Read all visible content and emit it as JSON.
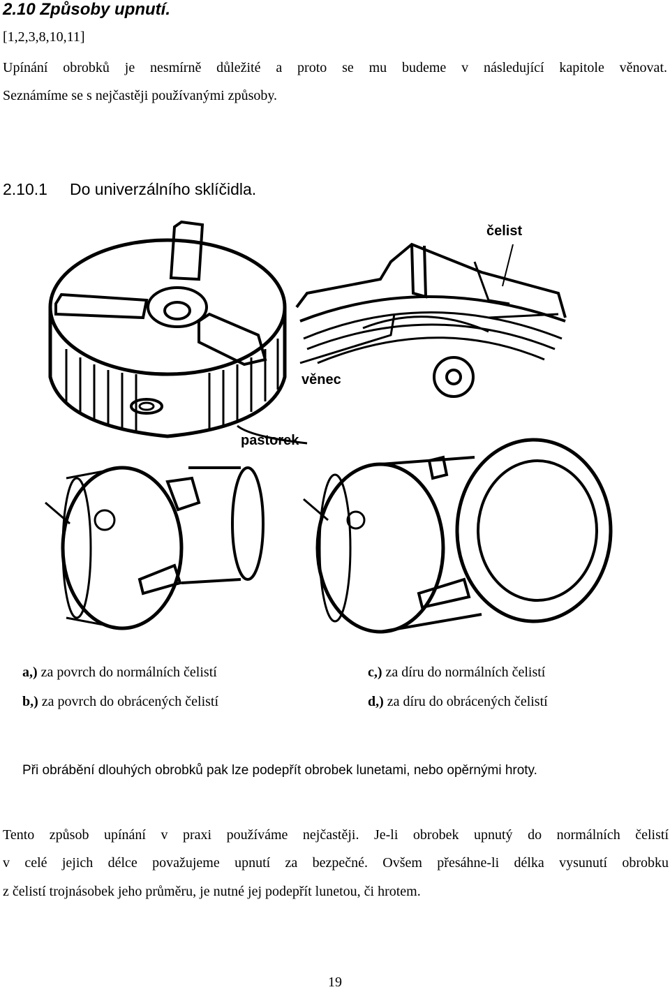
{
  "section": {
    "title": "2.10 Způsoby upnutí.",
    "refs": "[1,2,3,8,10,11]",
    "intro_line1": "Upínání obrobků je nesmírně důležité a proto se mu budeme v následující kapitole věnovat.",
    "intro_line2": "Seznámíme se s nejčastěji používanými způsoby."
  },
  "subsection": {
    "number": "2.10.1",
    "title": "Do univerzálního sklíčidla."
  },
  "figure": {
    "labels": {
      "jaw": "čelist",
      "ring": "věnec",
      "pinion": "pastorek"
    }
  },
  "captions": [
    {
      "key": "a,)",
      "text": " za povrch do normálních čelistí"
    },
    {
      "key": "b,)",
      "text": " za povrch do obrácených čelistí"
    },
    {
      "key": "c,)",
      "text": " za díru do normálních čelistí"
    },
    {
      "key": "d,)",
      "text": " za díru do obrácených čelistí"
    }
  ],
  "body": {
    "p1": "Při obrábění dlouhých obrobků pak lze podepřít obrobek lunetami, nebo opěrnými hroty.",
    "p2_line1": "Tento způsob upínání v praxi používáme nejčastěji. Je-li obrobek upnutý do normálních čelistí",
    "p2_line2": "v celé jejich délce považujeme upnutí za bezpečné. Ovšem přesáhne-li délka vysunutí obrobku",
    "p2_line3": "z čelistí trojnásobek jeho průměru, je nutné jej podepřít lunetou, či hrotem."
  },
  "page_number": "19"
}
